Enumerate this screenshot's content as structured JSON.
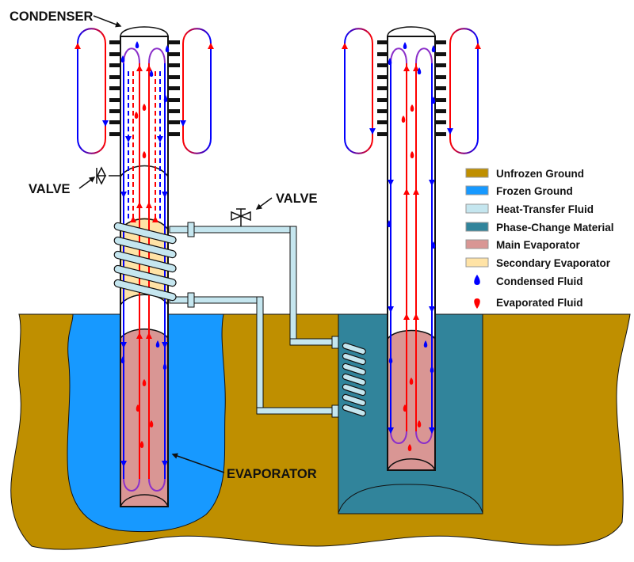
{
  "labels": {
    "condenser": "CONDENSER",
    "valve_left": "VALVE",
    "valve_right": "VALVE",
    "evaporator": "EVAPORATOR"
  },
  "legend": [
    {
      "key": "unfrozen-ground",
      "label": "Unfrozen Ground",
      "color": "#BF8F00",
      "type": "swatch"
    },
    {
      "key": "frozen-ground",
      "label": "Frozen Ground",
      "color": "#1799FF",
      "type": "swatch"
    },
    {
      "key": "heat-transfer-fluid",
      "label": "Heat-Transfer Fluid",
      "color": "#C5E6EF",
      "type": "swatch"
    },
    {
      "key": "phase-change-material",
      "label": "Phase-Change Material",
      "color": "#31849B",
      "type": "swatch"
    },
    {
      "key": "main-evaporator",
      "label": "Main Evaporator",
      "color": "#D99694",
      "type": "swatch"
    },
    {
      "key": "secondary-evaporator",
      "label": "Secondary Evaporator",
      "color": "#FFE3A6",
      "type": "swatch"
    },
    {
      "key": "condensed-fluid",
      "label": "Condensed Fluid",
      "color": "#0000FF",
      "type": "drop"
    },
    {
      "key": "evaporated-fluid",
      "label": "Evaporated Fluid",
      "color": "#FF0000",
      "type": "drop"
    }
  ],
  "colors": {
    "unfrozen_ground": "#BF8F00",
    "frozen_ground": "#1799FF",
    "heat_transfer_fluid": "#C5E6EF",
    "phase_change_material": "#31849B",
    "main_evaporator": "#D99694",
    "secondary_evaporator": "#FFE3A6",
    "condensed": "#0000FF",
    "evaporated": "#FF0000",
    "transition": "#8B2FC9"
  }
}
